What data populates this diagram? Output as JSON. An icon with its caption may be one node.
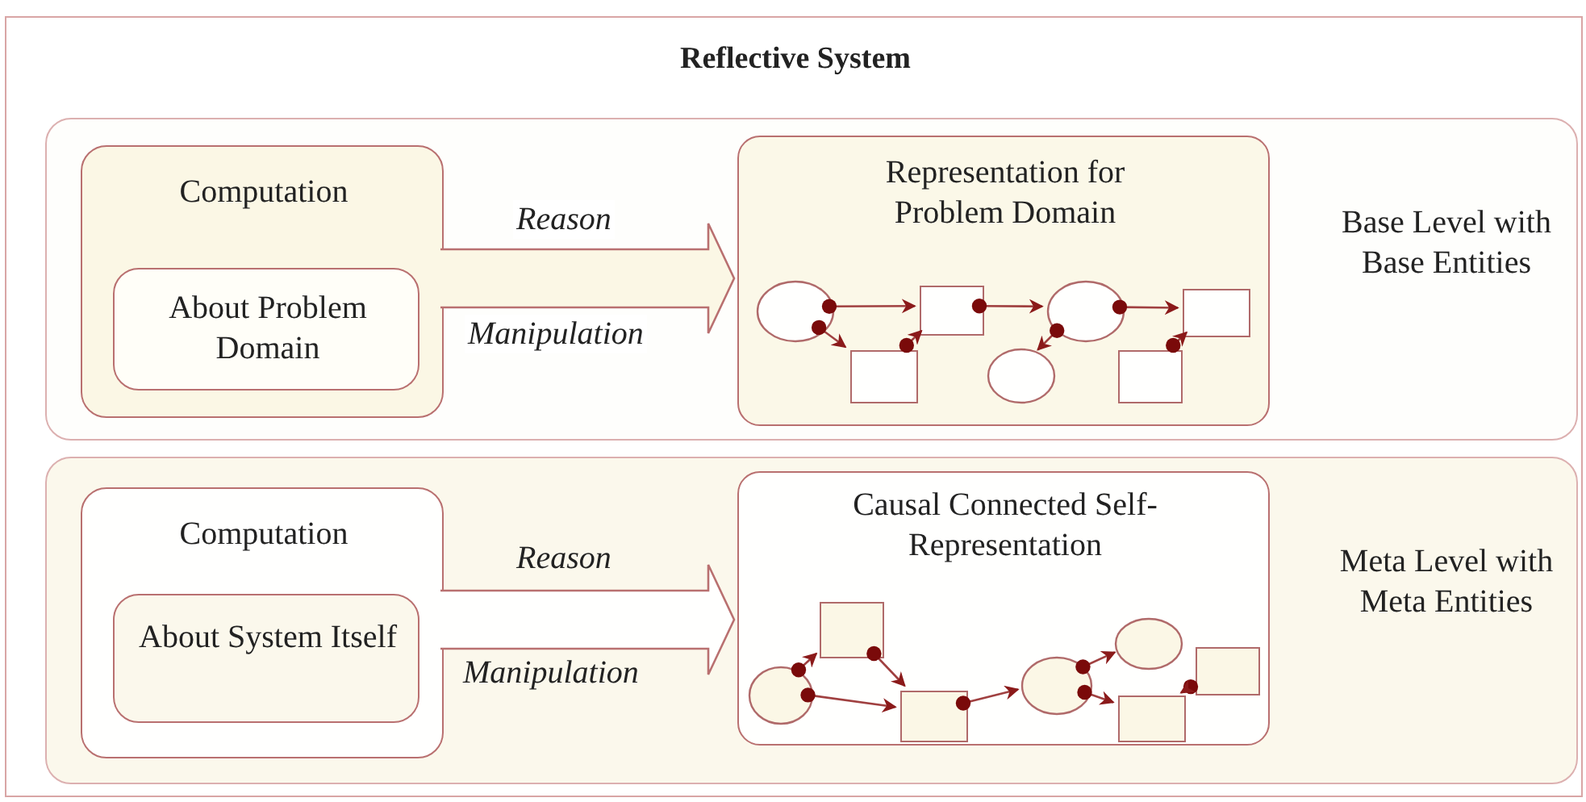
{
  "diagram": {
    "nodes": [
      {
        "text": [
          "Reflective System"
        ]
      },
      {
        "text": [
          "Base Level with Base Entities"
        ],
        "in": 0
      },
      {
        "text": [
          "Computation"
        ],
        "in": 1
      },
      {
        "text": [
          "About Problem Domain"
        ],
        "in": 2
      },
      {
        "text": [
          "Representation for Problem Domain"
        ],
        "in": 1
      },
      {
        "text": [],
        "shape": "circle",
        "in": 4
      },
      {
        "text": [],
        "shape": "box",
        "in": 4
      },
      {
        "text": [],
        "shape": "box",
        "in": 4
      },
      {
        "text": [],
        "shape": "circle",
        "in": 4
      },
      {
        "text": [],
        "shape": "circle",
        "in": 4
      },
      {
        "text": [],
        "shape": "box",
        "in": 4
      },
      {
        "text": [],
        "shape": "box",
        "in": 4
      },
      {
        "text": [
          "Meta Level with Meta Entities"
        ],
        "in": 0
      },
      {
        "text": [
          "Computation"
        ],
        "in": 12
      },
      {
        "text": [
          "About System Itself"
        ],
        "in": 13
      },
      {
        "text": [
          "Causal Connected Self-Representation"
        ],
        "in": 12
      },
      {
        "text": [],
        "shape": "circle",
        "in": 15
      },
      {
        "text": [],
        "shape": "box",
        "in": 15
      },
      {
        "text": [],
        "shape": "box",
        "in": 15
      },
      {
        "text": [],
        "shape": "circle",
        "in": 15
      },
      {
        "text": [],
        "shape": "circle",
        "in": 15
      },
      {
        "text": [],
        "shape": "box",
        "in": 15
      },
      {
        "text": [],
        "shape": "box",
        "in": 15
      }
    ],
    "edges": [
      {
        "from": 2,
        "to": 4,
        "arrow": "to",
        "style": "thick"
      },
      {
        "from": 5,
        "to": 6,
        "arrow": "to"
      },
      {
        "from": 5,
        "to": 7,
        "arrow": "to"
      },
      {
        "from": 7,
        "to": 6,
        "arrow": "to"
      },
      {
        "from": 6,
        "to": 8,
        "arrow": "to"
      },
      {
        "from": 8,
        "to": 9,
        "arrow": "to"
      },
      {
        "from": 8,
        "to": 11,
        "arrow": "to"
      },
      {
        "from": 10,
        "to": 11,
        "arrow": "to"
      },
      {
        "from": 13,
        "to": 15,
        "arrow": "to",
        "style": "thick"
      },
      {
        "from": 16,
        "to": 17,
        "arrow": "to"
      },
      {
        "from": 16,
        "to": 18,
        "arrow": "to"
      },
      {
        "from": 17,
        "to": 18,
        "arrow": "to"
      },
      {
        "from": 18,
        "to": 19,
        "arrow": "to"
      },
      {
        "from": 19,
        "to": 20,
        "arrow": "to"
      },
      {
        "from": 19,
        "to": 21,
        "arrow": "to"
      },
      {
        "from": 22,
        "to": 21,
        "arrow": "to"
      }
    ],
    "labels": [
      "Reason",
      "Manipulation",
      "Reason",
      "Manipulation"
    ]
  }
}
